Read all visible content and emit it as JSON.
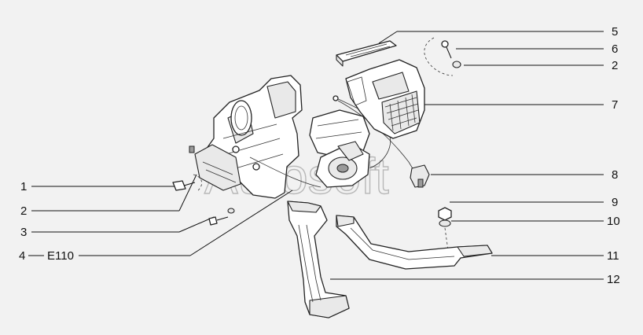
{
  "watermark": "Autosoft",
  "callouts": [
    {
      "number": "1",
      "side": "left"
    },
    {
      "number": "2",
      "side": "left"
    },
    {
      "number": "3",
      "side": "left"
    },
    {
      "number": "4",
      "side": "left",
      "extra": "E110"
    },
    {
      "number": "5",
      "side": "right"
    },
    {
      "number": "6",
      "side": "right"
    },
    {
      "number": "2",
      "side": "right"
    },
    {
      "number": "7",
      "side": "right"
    },
    {
      "number": "8",
      "side": "right"
    },
    {
      "number": "9",
      "side": "right"
    },
    {
      "number": "10",
      "side": "right"
    },
    {
      "number": "11",
      "side": "right"
    },
    {
      "number": "12",
      "side": "right"
    }
  ],
  "colors": {
    "background": "#f2f2f2",
    "ink": "#111111",
    "watermark": "#b8b8b8"
  }
}
